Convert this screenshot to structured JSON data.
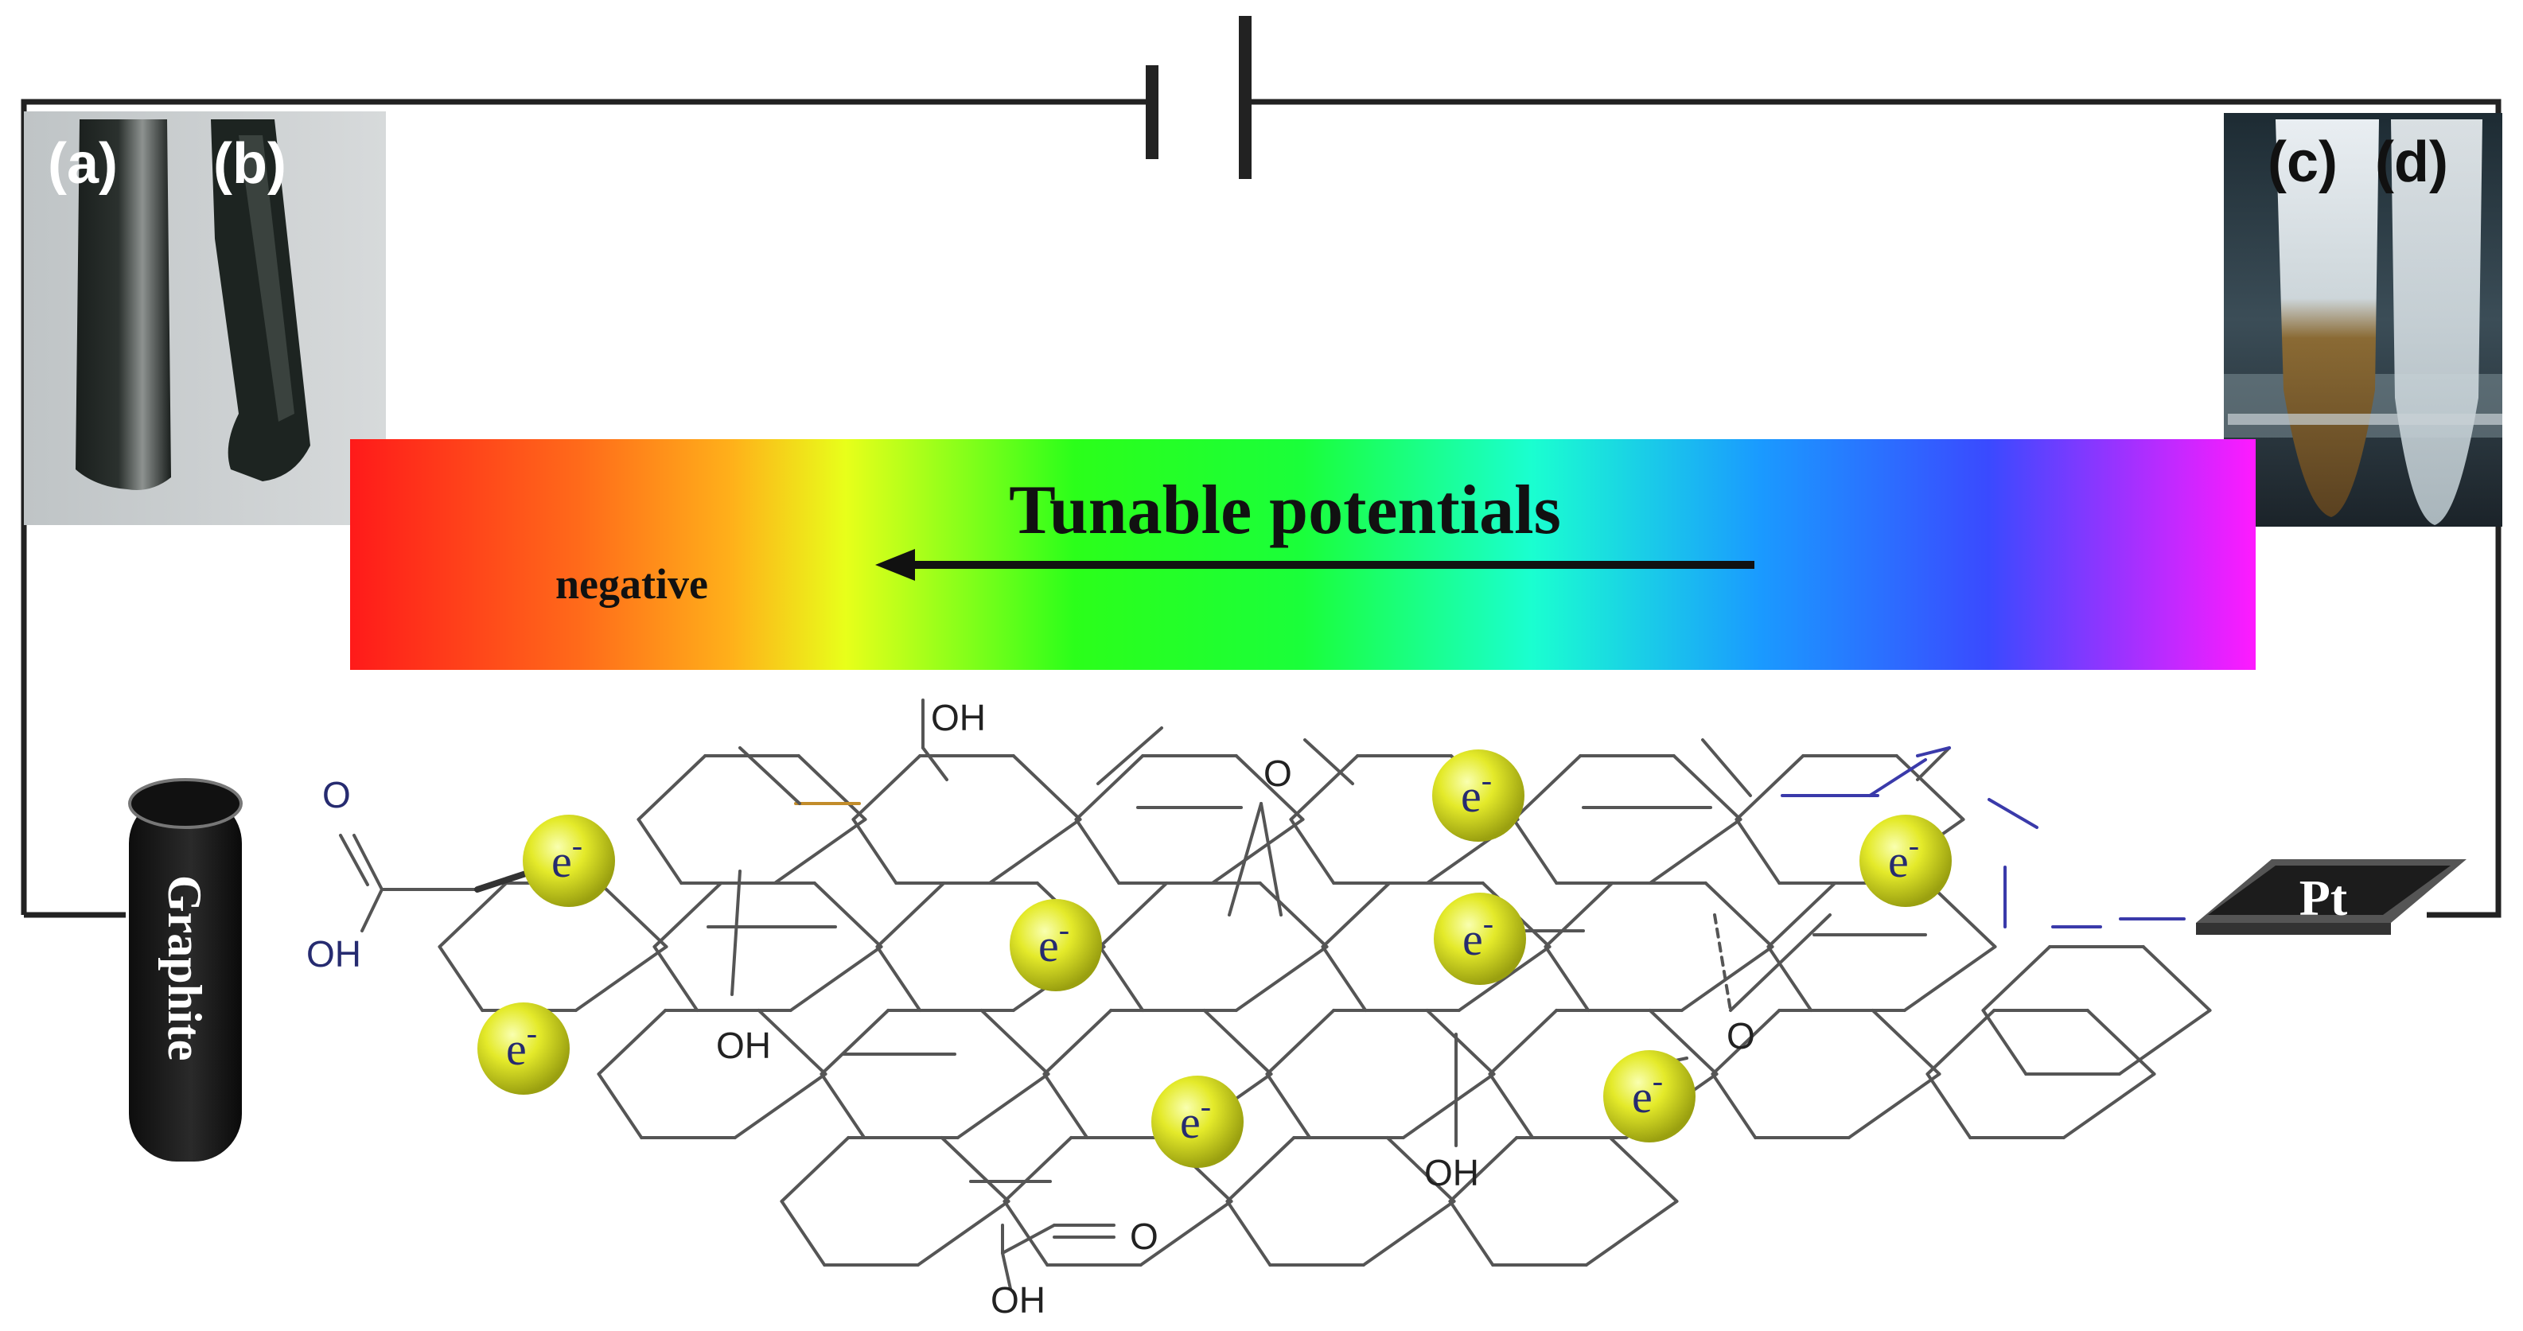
{
  "circuit": {
    "spectrum_title": "Tunable potentials",
    "spectrum_end_label": "negative",
    "anode_label": "Graphite",
    "cathode_label": "Pt"
  },
  "photos": {
    "left_panel_labels": [
      "(a)",
      "(b)"
    ],
    "right_panel_labels": [
      "(c)",
      "(d)"
    ]
  },
  "molecule": {
    "electron_label": "e",
    "electron_charge": "-",
    "group_labels": {
      "oh": "OH",
      "o": "O"
    }
  },
  "colors": {
    "spectrum": [
      "#ff1a1a",
      "#ff8a1a",
      "#e8ff1a",
      "#2bff1a",
      "#1aff3a",
      "#1affe0",
      "#1a7aff",
      "#4a3aff",
      "#ff1aff"
    ],
    "electron": "#e4ea2a",
    "wire": "#222222",
    "bond": "#555555",
    "label": "#262b70"
  }
}
